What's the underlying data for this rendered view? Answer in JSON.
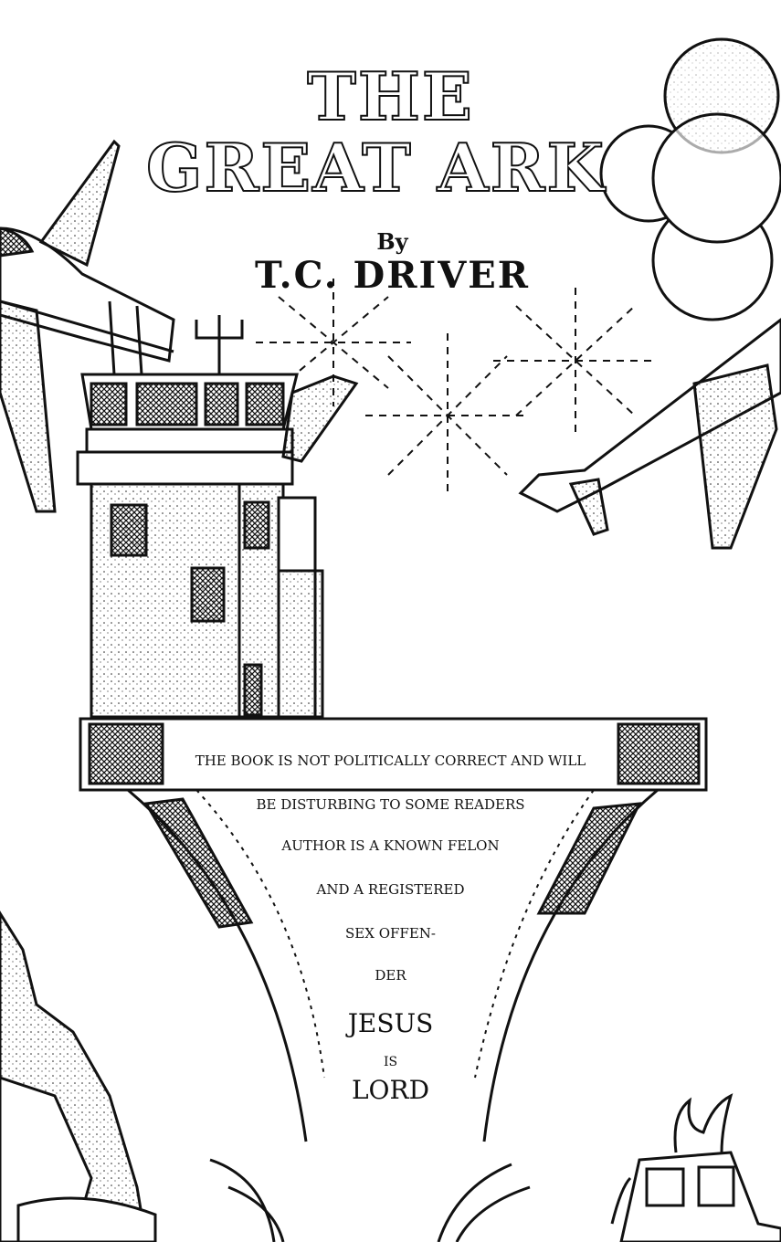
{
  "cover": {
    "title_line1": "THE",
    "title_line2": "GREAT ARK",
    "by_label": "By",
    "author": "T.C. DRIVER"
  },
  "notice": {
    "line1": "THE BOOK IS NOT POLITICALLY CORRECT AND WILL",
    "line2": "BE DISTURBING TO SOME READERS",
    "line3": "AUTHOR IS A KNOWN FELON",
    "line4": "AND A REGISTERED",
    "line5": "SEX OFFEN-",
    "line6": "DER",
    "jesus": "JESUS",
    "is": "IS",
    "lord": "LORD"
  },
  "illustration": {
    "ink_color": "#111111",
    "paper_color": "#ffffff",
    "elements": [
      "control-tower",
      "airplane-left",
      "airplane-right",
      "fireworks",
      "balloons",
      "rocks",
      "car-on-fire"
    ]
  }
}
